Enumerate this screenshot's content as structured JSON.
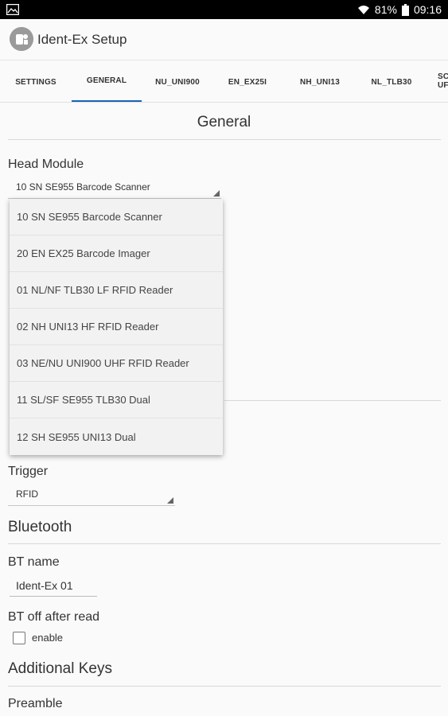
{
  "status_bar": {
    "battery": "81%",
    "time": "09:16"
  },
  "app_bar": {
    "title": "Ident-Ex Setup"
  },
  "tabs": [
    {
      "label": "SETTINGS"
    },
    {
      "label": "GENERAL",
      "active": true
    },
    {
      "label": "NU_UNI900"
    },
    {
      "label": "EN_EX25I"
    },
    {
      "label": "NH_UNI13"
    },
    {
      "label": "NL_TLB30"
    },
    {
      "label_line1": "SC",
      "label_line2": "UF"
    }
  ],
  "general": {
    "section_title": "General",
    "head_module": {
      "label": "Head Module",
      "selected": "10 SN SE955 Barcode Scanner",
      "options": [
        "10 SN SE955 Barcode Scanner",
        "20 EN EX25 Barcode Imager",
        "01 NL/NF TLB30 LF RFID Reader",
        "02 NH UNI13 HF RFID Reader",
        "03 NE/NU UNI900 UHF RFID Reader",
        "11 SL/SF SE955 TLB30 Dual",
        "12 SH SE955 UNI13 Dual"
      ]
    },
    "trigger": {
      "label": "Trigger",
      "selected": "RFID"
    }
  },
  "bluetooth": {
    "section_title": "Bluetooth",
    "bt_name_label": "BT name",
    "bt_name_value": "Ident-Ex 01",
    "bt_off_label": "BT off after read",
    "enable_label": "enable",
    "enable_checked": false
  },
  "additional_keys": {
    "section_title": "Additional Keys",
    "preamble_label": "Preamble"
  },
  "colors": {
    "accent": "#1565c0",
    "status_bar": "#000000",
    "background": "#fafafa"
  }
}
